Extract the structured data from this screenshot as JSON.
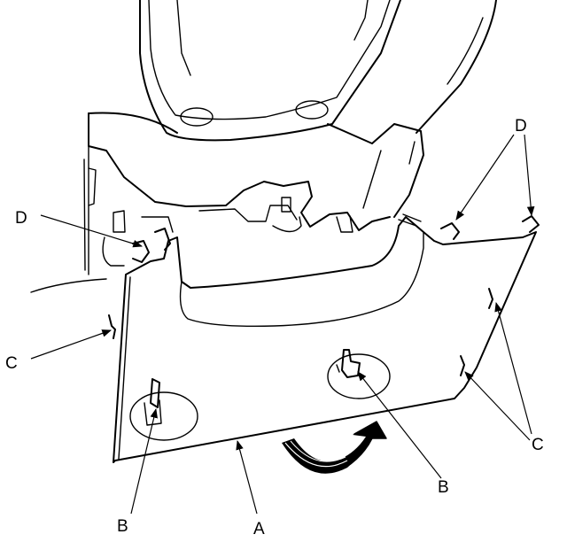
{
  "diagram": {
    "labels": {
      "A": "A",
      "B": "B",
      "C": "C",
      "D": "D"
    }
  }
}
